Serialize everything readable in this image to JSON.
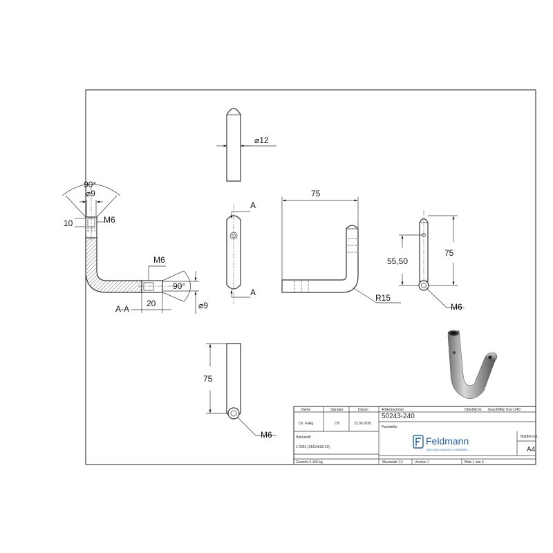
{
  "dimensions": {
    "top_view_diameter": "⌀12",
    "section_angle_top": "90°",
    "section_diameter_top": "⌀9",
    "section_offset": "10",
    "section_thread_top": "M6",
    "section_thread_right": "M6",
    "section_angle_right": "90°",
    "section_length": "20",
    "section_diameter_right": "⌀9",
    "section_label": "A-A",
    "cut_label_top": "A",
    "cut_label_bottom": "A",
    "width": "75",
    "radius": "R15",
    "hole_position": "55,50",
    "height_right": "75",
    "thread_right": "M6",
    "height_bottom": "75",
    "thread_bottom": "M6"
  },
  "title_block": {
    "headers": {
      "name": "Name",
      "signature": "Signatur",
      "date": "Datum",
      "article_number": "Artikelnummer",
      "surface": "Oberfläche:",
      "sheet_format": "Blattformat"
    },
    "author_name": "Ch. Fallig",
    "author_signature": "CH",
    "date": "23.09.2020",
    "article_number": "50243-240",
    "surface_value": "Geschliffen Korn 240",
    "description": "Flachteller",
    "material_label": "Werkstoff:",
    "material_value": "1.4301 (X5CrNi18-10)",
    "weight": "Gewicht 0.150 kg",
    "scale": "Massstab 1:2",
    "version": "Version 1",
    "sheet": "Blatt 1 von 4",
    "format": "A4",
    "logo_text": "Feldmann",
    "logo_tagline": "EDELSTAHL HANDLAUF-SCHMIEDEREI"
  }
}
